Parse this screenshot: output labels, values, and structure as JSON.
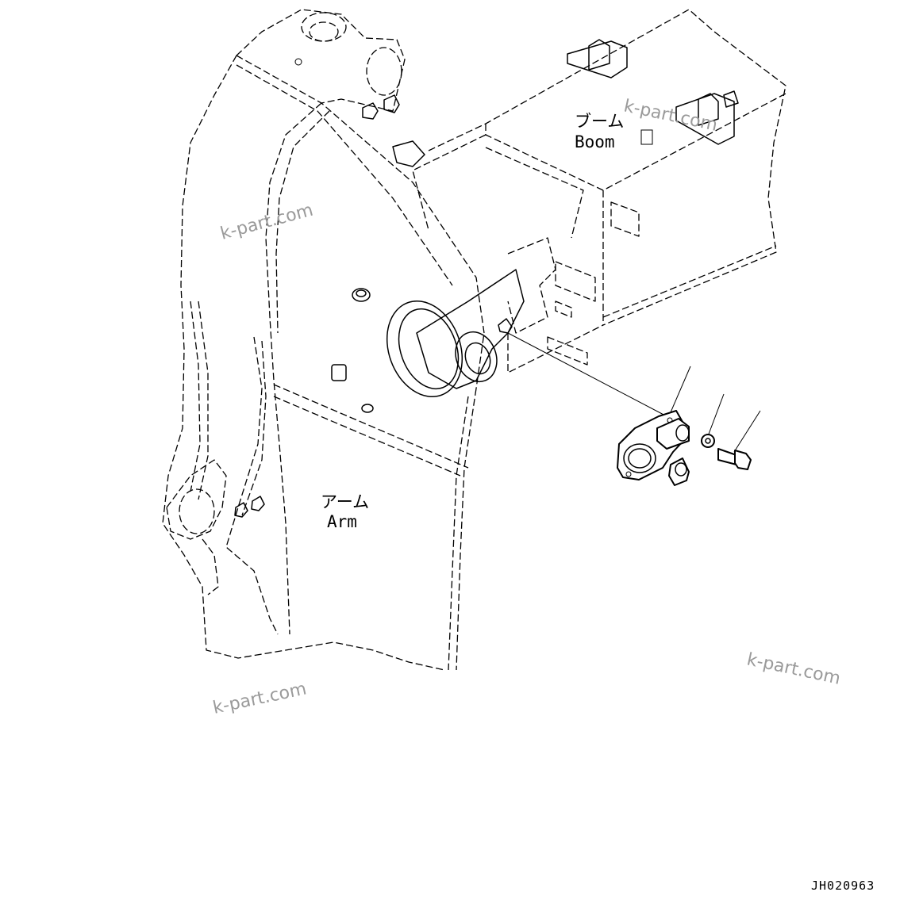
{
  "labels": {
    "boom_jp": "ブーム",
    "boom_en": "Boom",
    "arm_jp": "アーム",
    "arm_en": "Arm"
  },
  "watermark": "k-part.com",
  "drawing_code": "JH020963"
}
